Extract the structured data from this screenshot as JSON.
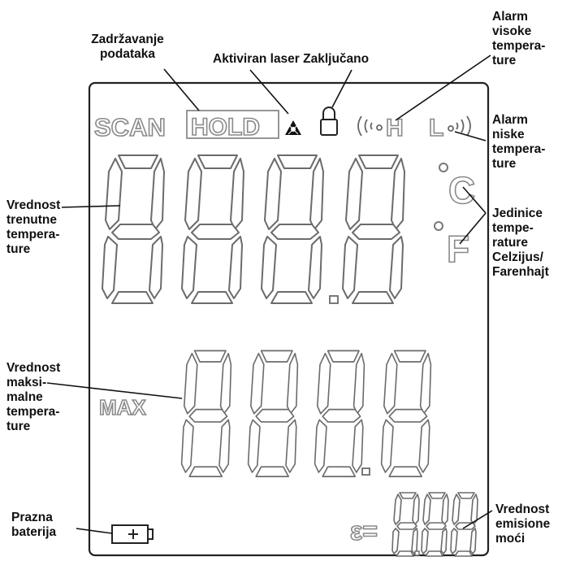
{
  "lcd_indicators": {
    "scan": "SCAN",
    "hold": "HOLD",
    "max": "MAX",
    "high_alarm": "H",
    "low_alarm": "L",
    "celsius": "C",
    "fahrenheit": "F",
    "emissivity_symbol": "ε="
  },
  "labels": {
    "data_hold": [
      "Zadržavanje",
      "podataka"
    ],
    "laser_lock": "Aktiviran laser Zaključano",
    "high_alarm": [
      "Alarm",
      "visoke",
      "tempera-",
      "ture"
    ],
    "low_alarm": [
      "Alarm",
      "niske",
      "tempera-",
      "ture"
    ],
    "units": [
      "Jedinice",
      "tempe-",
      "rature",
      "Celzijus/",
      "Farenhajt"
    ],
    "current_temp": [
      "Vrednost",
      "trenutne",
      "tempera-",
      "ture"
    ],
    "max_temp": [
      "Vrednost",
      "maksi-",
      "malne",
      "tempera-",
      "ture"
    ],
    "low_battery": [
      "Prazna",
      "baterija"
    ],
    "emissivity": [
      "Vrednost",
      "emisione",
      "moći"
    ]
  }
}
